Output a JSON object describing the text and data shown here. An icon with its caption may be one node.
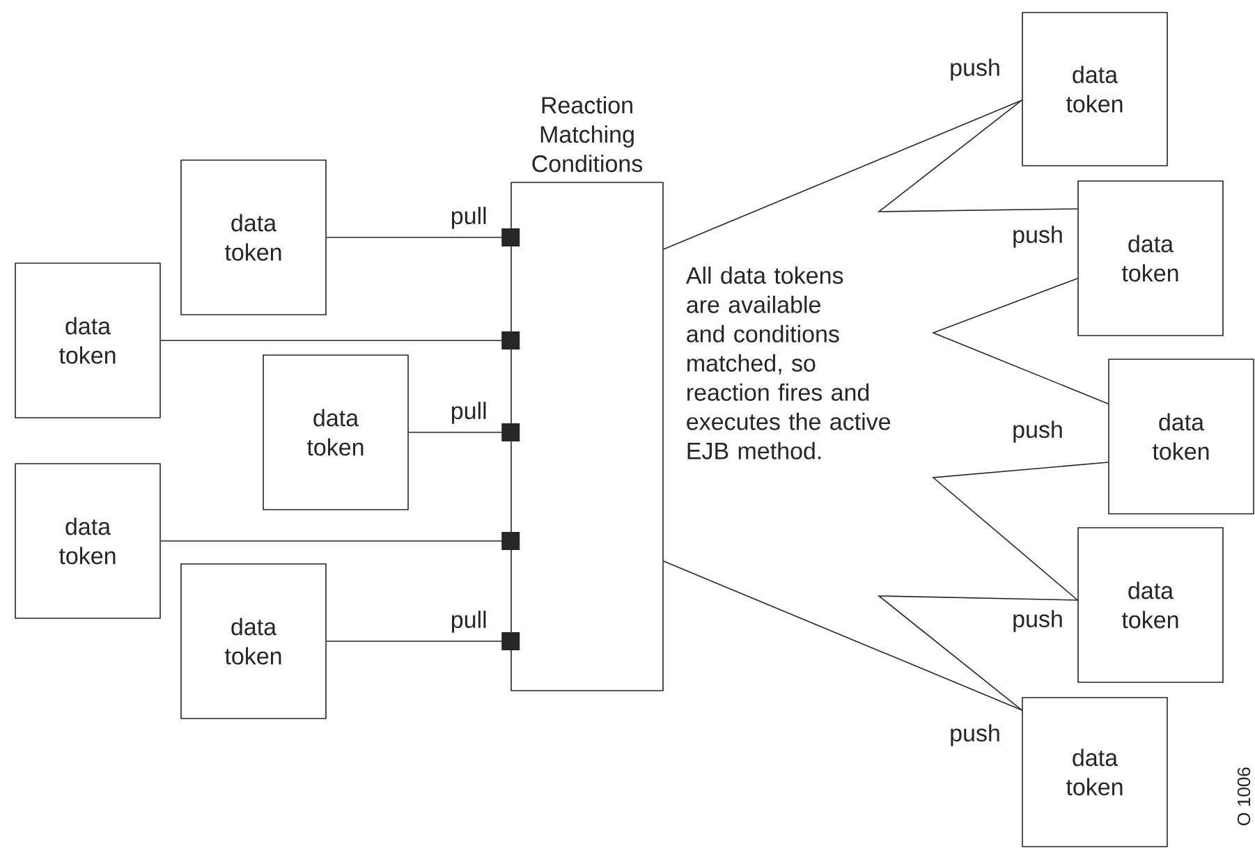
{
  "diagram": {
    "nodes": [
      {
        "text": [
          "data token"
        ]
      },
      {
        "text": [
          "data token"
        ]
      },
      {
        "text": [
          "data token"
        ]
      },
      {
        "text": [
          "data token"
        ]
      },
      {
        "text": [
          "data token"
        ]
      },
      {
        "text": [
          "Reaction Matching Conditions"
        ]
      },
      {
        "text": [
          "data token"
        ],
        "beside": [
          "push"
        ]
      },
      {
        "text": [
          "data token"
        ],
        "beside": [
          "push"
        ]
      },
      {
        "text": [
          "data token"
        ],
        "beside": [
          "push"
        ]
      },
      {
        "text": [
          "data token"
        ],
        "beside": [
          "push"
        ]
      },
      {
        "text": [
          "data token"
        ],
        "beside": [
          "push"
        ]
      }
    ],
    "edges": [
      {
        "from": 0,
        "to": 5,
        "arrow": "other",
        "label": "pull"
      },
      {
        "from": 1,
        "to": 5,
        "arrow": "other"
      },
      {
        "from": 2,
        "to": 5,
        "arrow": "other",
        "label": "pull"
      },
      {
        "from": 3,
        "to": 5,
        "arrow": "other"
      },
      {
        "from": 4,
        "to": 5,
        "arrow": "other",
        "label": "pull"
      },
      {
        "from": 5,
        "to": 6,
        "arrow": "none"
      },
      {
        "from": 6,
        "to": 7,
        "arrow": "none"
      },
      {
        "from": 7,
        "to": 8,
        "arrow": "none"
      },
      {
        "from": 8,
        "to": 9,
        "arrow": "none"
      },
      {
        "from": 9,
        "to": 10,
        "arrow": "none"
      },
      {
        "from": 5,
        "to": 10,
        "arrow": "none"
      }
    ],
    "labels": [
      "All data tokens are available and conditions matched, so reaction fires and executes the active EJB method.",
      "O 1006"
    ]
  }
}
